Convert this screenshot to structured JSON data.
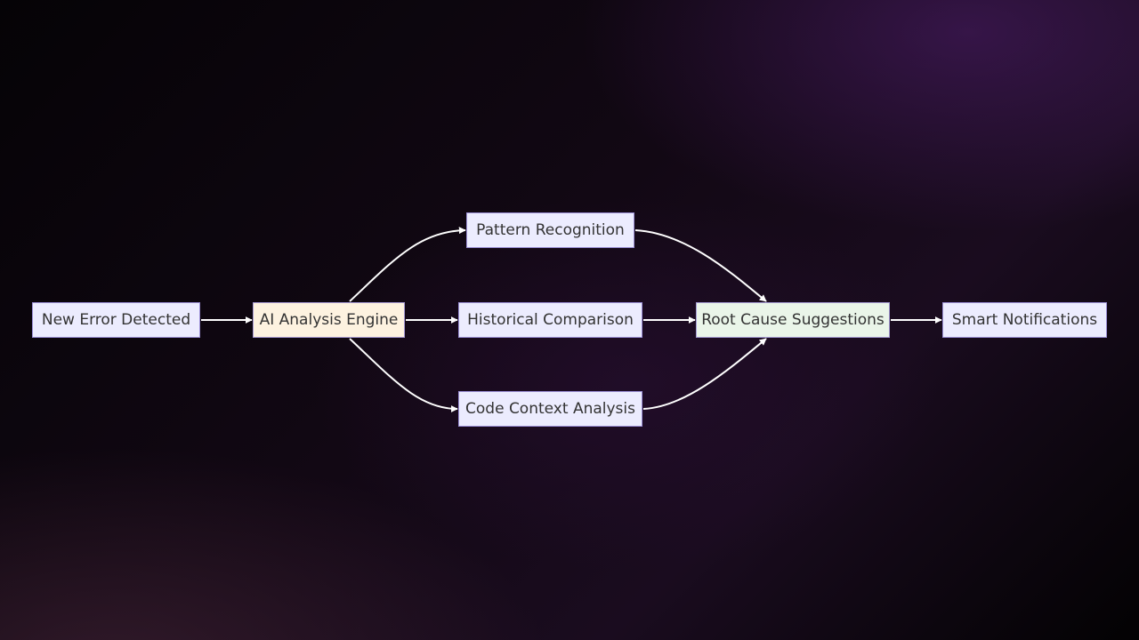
{
  "diagram": {
    "nodes": [
      {
        "id": "new_error",
        "label": "New Error Detected"
      },
      {
        "id": "ai_engine",
        "label": "AI Analysis Engine"
      },
      {
        "id": "pattern",
        "label": "Pattern Recognition"
      },
      {
        "id": "historical",
        "label": "Historical Comparison"
      },
      {
        "id": "code_context",
        "label": "Code Context Analysis"
      },
      {
        "id": "root_cause",
        "label": "Root Cause Suggestions"
      },
      {
        "id": "smart_notifications",
        "label": "Smart Notifications"
      }
    ],
    "edges": [
      {
        "from": "new_error",
        "to": "ai_engine"
      },
      {
        "from": "ai_engine",
        "to": "pattern"
      },
      {
        "from": "ai_engine",
        "to": "historical"
      },
      {
        "from": "ai_engine",
        "to": "code_context"
      },
      {
        "from": "pattern",
        "to": "root_cause"
      },
      {
        "from": "historical",
        "to": "root_cause"
      },
      {
        "from": "code_context",
        "to": "root_cause"
      },
      {
        "from": "root_cause",
        "to": "smart_notifications"
      }
    ],
    "colors": {
      "edge": "#ffffff",
      "node_fill": "#ececfe",
      "node_border": "#9b8fd6",
      "engine_fill": "#fdf2e0",
      "root_cause_fill": "#eaf5e9",
      "node_text": "#333333"
    }
  }
}
